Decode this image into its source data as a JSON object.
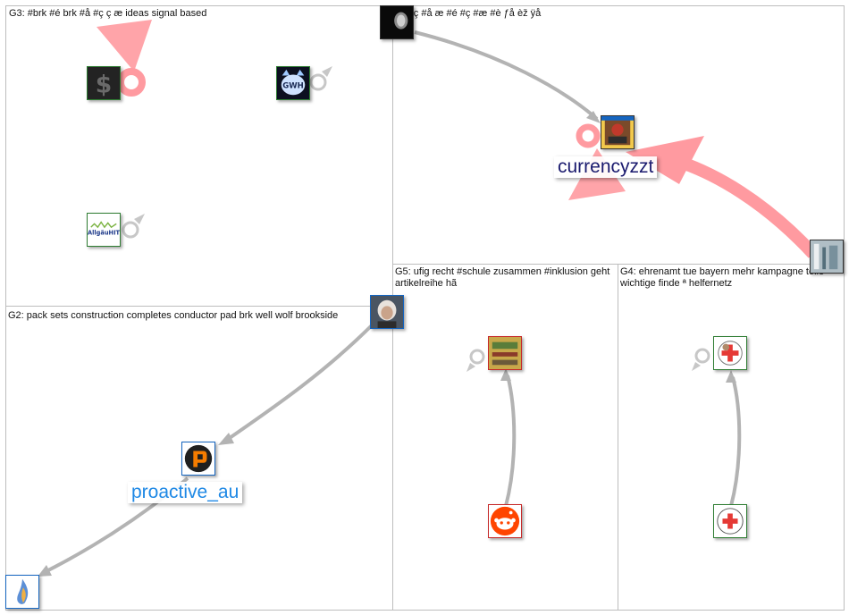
{
  "groups": [
    {
      "id": "g3",
      "label": "G3: #brk #é brk #å #ç ç æ ideas signal based"
    },
    {
      "id": "g1",
      "label": "G1: ç #å æ #é #ç #æ #è ƒå èž ÿå"
    },
    {
      "id": "g2",
      "label": "G2: pack sets construction completes conductor pad brk well wolf brookside"
    },
    {
      "id": "g5",
      "label": "G5: ufig recht #schule zusammen #inklusion geht artikelreihe hã"
    },
    {
      "id": "g4",
      "label": "G4: ehrenamt tue bayern mehr kampagne tolle wichtige finde ª helfernetz"
    }
  ],
  "node_labels": {
    "currencyzzt": "currencyzzt",
    "proactive_au": "proactive_au"
  },
  "nodes": [
    {
      "id": "dollar",
      "icon": "dollar-sign-icon",
      "border": "#2e7d32"
    },
    {
      "id": "gwh",
      "icon": "gwh-cat-logo",
      "border": "#2e7d32"
    },
    {
      "id": "allgaeuhit",
      "icon": "allgaeuhit-logo",
      "border": "#2e7d32",
      "logo_text": "AllgäuHIT"
    },
    {
      "id": "dark-portrait",
      "icon": "portrait-avatar",
      "border": "#333333"
    },
    {
      "id": "currencyzzt",
      "icon": "collage-avatar",
      "border": "#333333"
    },
    {
      "id": "street-photo",
      "icon": "photo-avatar",
      "border": "#333333"
    },
    {
      "id": "old-man",
      "icon": "portrait-avatar",
      "border": "#1565c0"
    },
    {
      "id": "proactive_au",
      "icon": "proactive-logo",
      "border": "#1565c0"
    },
    {
      "id": "flame",
      "icon": "flame-logo",
      "border": "#1565c0"
    },
    {
      "id": "poster",
      "icon": "poster-avatar",
      "border": "#c62828"
    },
    {
      "id": "reddit",
      "icon": "reddit-icon",
      "border": "#c62828"
    },
    {
      "id": "red-cross-1",
      "icon": "red-cross-icon",
      "border": "#2e7d32"
    },
    {
      "id": "red-cross-2",
      "icon": "red-cross-icon",
      "border": "#2e7d32"
    }
  ],
  "colors": {
    "edge_gray": "#b3b3b3",
    "edge_pink": "#ff9aa0",
    "label_navy": "#1a1a6e",
    "label_blue": "#1e88e5"
  }
}
